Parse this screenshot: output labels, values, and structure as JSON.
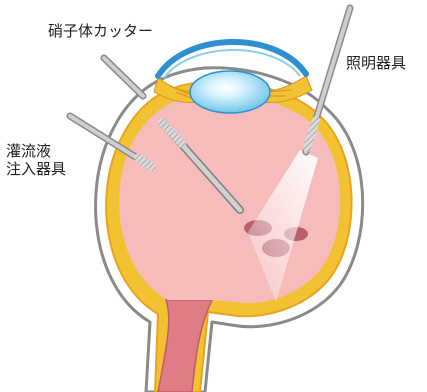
{
  "labels": {
    "vitreous_cutter": "硝子体カッター",
    "illumination": "照明器具",
    "infusion_line1": "灌流液",
    "infusion_line2": "注入器具"
  },
  "colors": {
    "outer_outline": "#8a8a8a",
    "sclera_yellow": "#f2c233",
    "sclera_orange": "#e8a420",
    "vitreous_pink": "#f6bcbc",
    "cornea_blue": "#2f8fd0",
    "lens_blue": "#aee3f6",
    "optic_nerve": "#e07c86",
    "hemorrhage": "#b04d60",
    "instrument_gray": "#bdbdbd"
  }
}
